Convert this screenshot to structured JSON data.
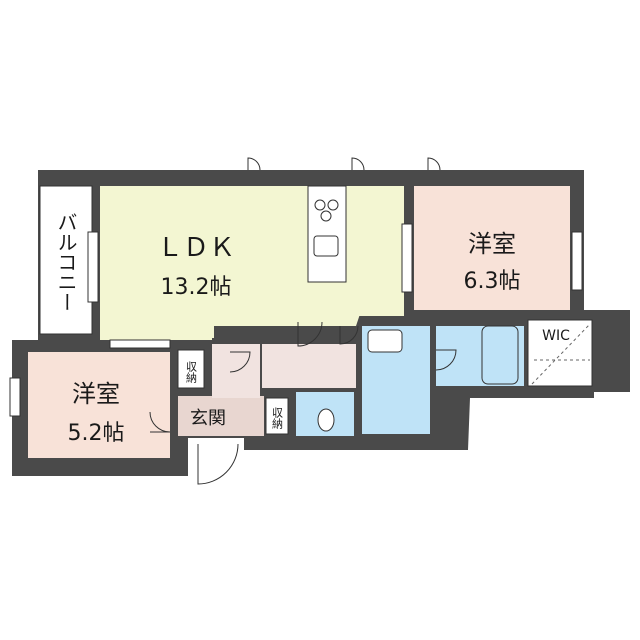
{
  "rooms": {
    "ldk": {
      "name": "ＬＤＫ",
      "size": "13.2帖",
      "color": "#f3f6d2"
    },
    "bed_ne": {
      "name": "洋室",
      "size": "6.3帖",
      "color": "#f8e2d8"
    },
    "bed_sw": {
      "name": "洋室",
      "size": "5.2帖",
      "color": "#f8e2d8"
    },
    "entrance": {
      "name": "玄関",
      "color": "#e8d6d0"
    },
    "storage_1": {
      "name": "収納"
    },
    "storage_2": {
      "name": "収納"
    },
    "wic": {
      "name": "WIC"
    },
    "balcony": {
      "name": "バルコニー"
    },
    "wet_color": "#bfe3f7",
    "hall_color": "#f1e3e0",
    "wall_color": "#4a4a4a"
  }
}
